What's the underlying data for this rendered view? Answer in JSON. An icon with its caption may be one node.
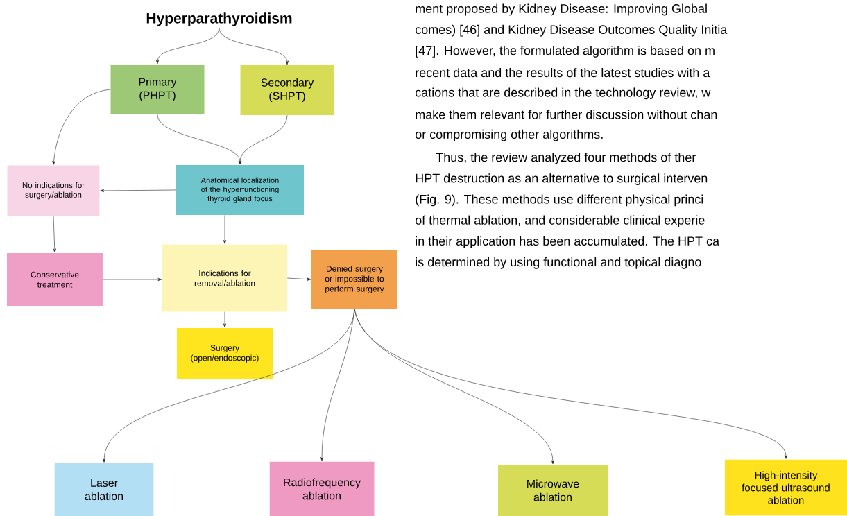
{
  "diagram": {
    "nodes": [
      {
        "text": [
          "Hyperparathyroidism"
        ]
      },
      {
        "text": [
          "Primary (PHPT)"
        ]
      },
      {
        "text": [
          "Secondary (SHPT)"
        ]
      },
      {
        "text": [
          "No indications for surgery/ablation"
        ]
      },
      {
        "text": [
          "Anatomical localization of the hyperfunctioning thyroid gland focus"
        ]
      },
      {
        "text": [
          "Conservative treatment"
        ]
      },
      {
        "text": [
          "Indications for removal/ablation"
        ]
      },
      {
        "text": [
          "Denied surgery or impossible to perform surgery"
        ]
      },
      {
        "text": [
          "Surgery (open/endoscopic)"
        ]
      },
      {
        "text": [
          "Laser ablation"
        ]
      },
      {
        "text": [
          "Radiofrequency ablation"
        ]
      },
      {
        "text": [
          "Microwave ablation"
        ]
      },
      {
        "text": [
          "High-intensity focused ultrasound ablation"
        ]
      }
    ],
    "edges": [
      {
        "from": 0,
        "to": 1,
        "arrow": "to"
      },
      {
        "from": 0,
        "to": 2,
        "arrow": "to"
      },
      {
        "from": 1,
        "to": 4,
        "arrow": "to"
      },
      {
        "from": 2,
        "to": 4,
        "arrow": "to"
      },
      {
        "from": 1,
        "to": 3,
        "arrow": "to"
      },
      {
        "from": 4,
        "to": 3,
        "arrow": "to"
      },
      {
        "from": 3,
        "to": 5,
        "arrow": "to"
      },
      {
        "from": 4,
        "to": 6,
        "arrow": "to"
      },
      {
        "from": 5,
        "to": 6,
        "arrow": "to"
      },
      {
        "from": 6,
        "to": 7,
        "arrow": "to"
      },
      {
        "from": 6,
        "to": 8,
        "arrow": "to"
      },
      {
        "from": 7,
        "to": 9,
        "arrow": "to"
      },
      {
        "from": 7,
        "to": 10,
        "arrow": "to"
      },
      {
        "from": 7,
        "to": 11,
        "arrow": "to"
      },
      {
        "from": 7,
        "to": 12,
        "arrow": "to"
      }
    ],
    "labels": [
      "ment proposed by Kidney Disease: Improving Global",
      "comes) [46] and Kidney Disease Outcomes Quality Initia",
      "[47]. However, the formulated algorithm is based on m",
      "recent data and the results of the latest studies with a",
      "cations that are described in the technology review, w",
      "make them relevant for further discussion without chan",
      "or compromising other algorithms.",
      "Thus, the review analyzed four methods of ther",
      "HPT destruction as an alternative to surgical interven",
      "(Fig. 9). These methods use different physical princi",
      "of thermal ablation, and considerable clinical experie",
      "in their application has been accumulated. The HPT ca",
      "is determined by using functional and topical diagno"
    ]
  }
}
